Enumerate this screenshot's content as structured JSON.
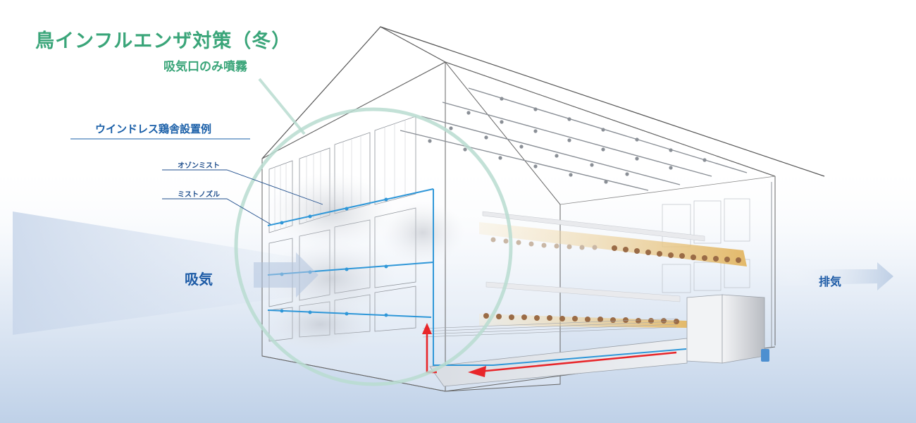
{
  "title": "鳥インフルエンザ対策（冬）",
  "subtitle": "吸気口のみ噴霧",
  "section_label": "ウインドレス鶏舎設置例",
  "labels": {
    "ozone_mist": "オゾンミスト",
    "mist_nozzle": "ミストノズル",
    "intake": "吸気",
    "exhaust": "排気"
  },
  "colors": {
    "title": "#3aa579",
    "section": "#1a5fa8",
    "mist_pipe": "#2f97d8",
    "airflow_arrow": "#e8262a",
    "egg_tray": "#e3b96a"
  }
}
